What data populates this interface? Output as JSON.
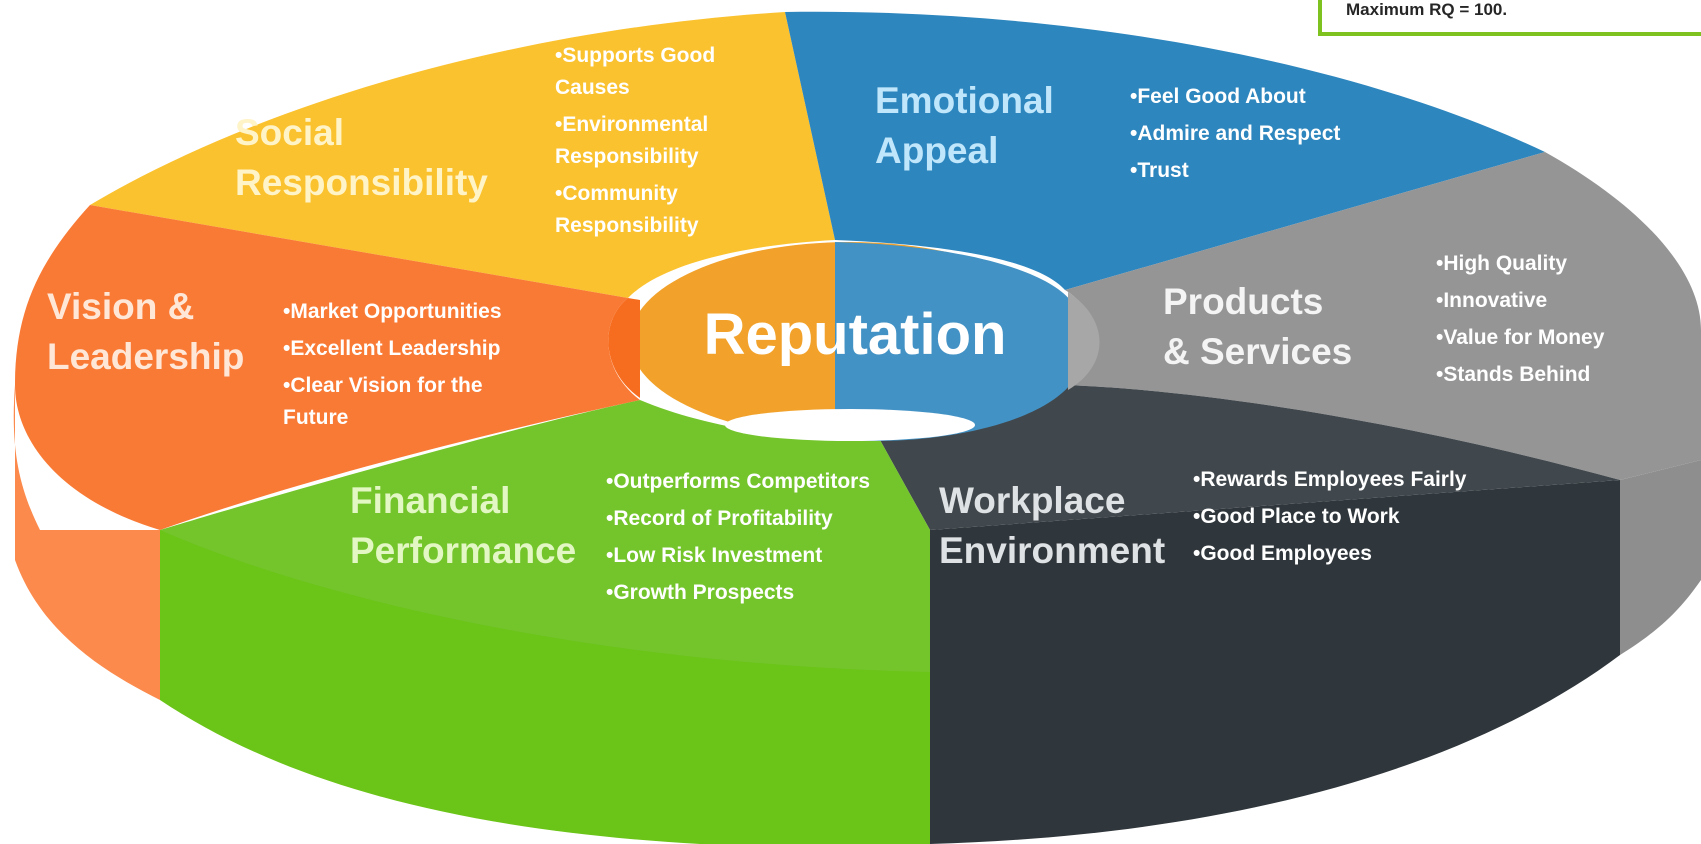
{
  "note": "Maximum RQ = 100.",
  "center": "Reputation",
  "segments": {
    "social": {
      "title": [
        "Social",
        "Responsibility"
      ],
      "color": "#fbc22f",
      "bullets": [
        "•Supports Good Causes",
        "•Environmental Responsibility",
        "•Community Responsibility"
      ]
    },
    "emotional": {
      "title": [
        "Emotional",
        "Appeal"
      ],
      "color": "#2e86be",
      "bullets": [
        "•Feel Good About",
        "•Admire and Respect",
        "•Trust"
      ]
    },
    "products": {
      "title": [
        "Products",
        "& Services"
      ],
      "color": "#959595",
      "bullets": [
        "•High Quality",
        "•Innovative",
        "•Value for Money",
        "•Stands Behind"
      ]
    },
    "workplace": {
      "title": [
        "Workplace",
        "Environment"
      ],
      "color": "#41484d",
      "bullets": [
        "•Rewards Employees Fairly",
        "•Good Place to Work",
        "•Good Employees"
      ]
    },
    "financial": {
      "title": [
        "Financial",
        "Performance"
      ],
      "color": "#6fc325",
      "bullets": [
        "•Outperforms Competitors",
        "•Record of Profitability",
        "•Low Risk Investment",
        "•Growth Prospects"
      ]
    },
    "vision": {
      "title": [
        "Vision &",
        "Leadership"
      ],
      "color": "#f97a35",
      "bullets": [
        "•Market Opportunities",
        "•Excellent  Leadership",
        "•Clear Vision for the Future"
      ]
    }
  }
}
